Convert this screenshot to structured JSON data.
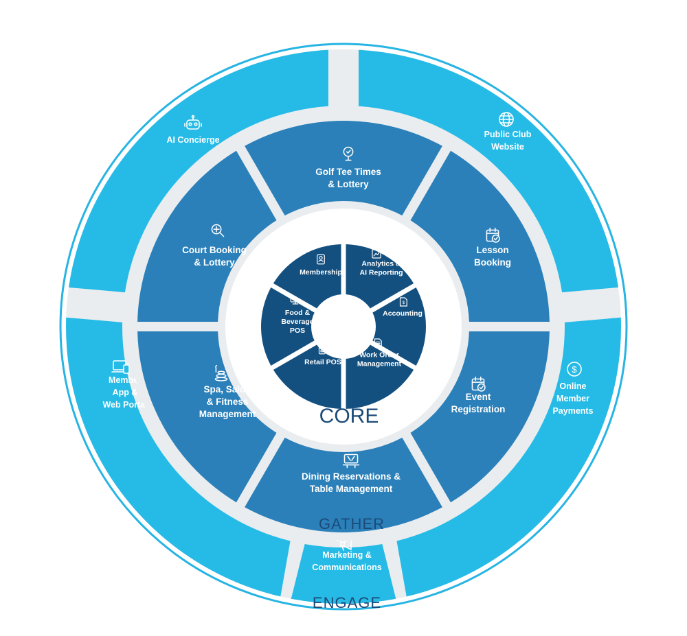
{
  "colors": {
    "engage_segment": "#26bbe6",
    "gather_segment": "#2b80b9",
    "core_segment": "#14507f",
    "ring_gray": "#e9edf0",
    "outer_outline": "#27b4e3",
    "title_text": "#1b4a78"
  },
  "rings": {
    "core_title": "CORE",
    "gather_title": "GATHER",
    "engage_title": "ENGAGE"
  },
  "core": {
    "segments": [
      {
        "id": "analytics",
        "lines": [
          "Analytics &",
          "AI Reporting"
        ],
        "icon": "chart-icon"
      },
      {
        "id": "accounting",
        "lines": [
          "Accounting"
        ],
        "icon": "dollar-document-icon"
      },
      {
        "id": "work-order",
        "lines": [
          "Work Order",
          "Management"
        ],
        "icon": "document-icon"
      },
      {
        "id": "retail-pos",
        "lines": [
          "Retail POS"
        ],
        "icon": "card-reader-icon"
      },
      {
        "id": "fnb-pos",
        "lines": [
          "Food &",
          "Beverage",
          "POS"
        ],
        "icon": "pos-terminal-icon"
      },
      {
        "id": "membership",
        "lines": [
          "Membership"
        ],
        "icon": "member-card-icon"
      }
    ]
  },
  "gather": {
    "segments": [
      {
        "id": "golf",
        "lines": [
          "Golf Tee Times",
          "& Lottery"
        ],
        "icon": "golf-ball-icon"
      },
      {
        "id": "lesson",
        "lines": [
          "Lesson",
          "Booking"
        ],
        "icon": "calendar-check-icon"
      },
      {
        "id": "event",
        "lines": [
          "Event",
          "Registration"
        ],
        "icon": "calendar-check-icon"
      },
      {
        "id": "dining",
        "lines": [
          "Dining Reservations &",
          "Table Management"
        ],
        "icon": "dining-table-icon"
      },
      {
        "id": "spa",
        "lines": [
          "Spa, Salon",
          "& Fitness",
          "Management"
        ],
        "icon": "spa-stones-icon"
      },
      {
        "id": "court",
        "lines": [
          "Court Booking",
          "& Lottery"
        ],
        "icon": "racket-icon"
      }
    ]
  },
  "engage": {
    "segments": [
      {
        "id": "website",
        "lines": [
          "Public Club",
          "Website"
        ],
        "icon": "globe-icon"
      },
      {
        "id": "payments",
        "lines": [
          "Online",
          "Member",
          "Payments"
        ],
        "icon": "dollar-circle-icon"
      },
      {
        "id": "marketing",
        "lines": [
          "Marketing &",
          "Communications"
        ],
        "icon": "megaphone-icon"
      },
      {
        "id": "member-app",
        "lines": [
          "Member",
          "App &",
          "Web Portal"
        ],
        "icon": "devices-icon"
      },
      {
        "id": "ai-concierge",
        "lines": [
          "AI Concierge"
        ],
        "icon": "robot-icon"
      }
    ]
  }
}
